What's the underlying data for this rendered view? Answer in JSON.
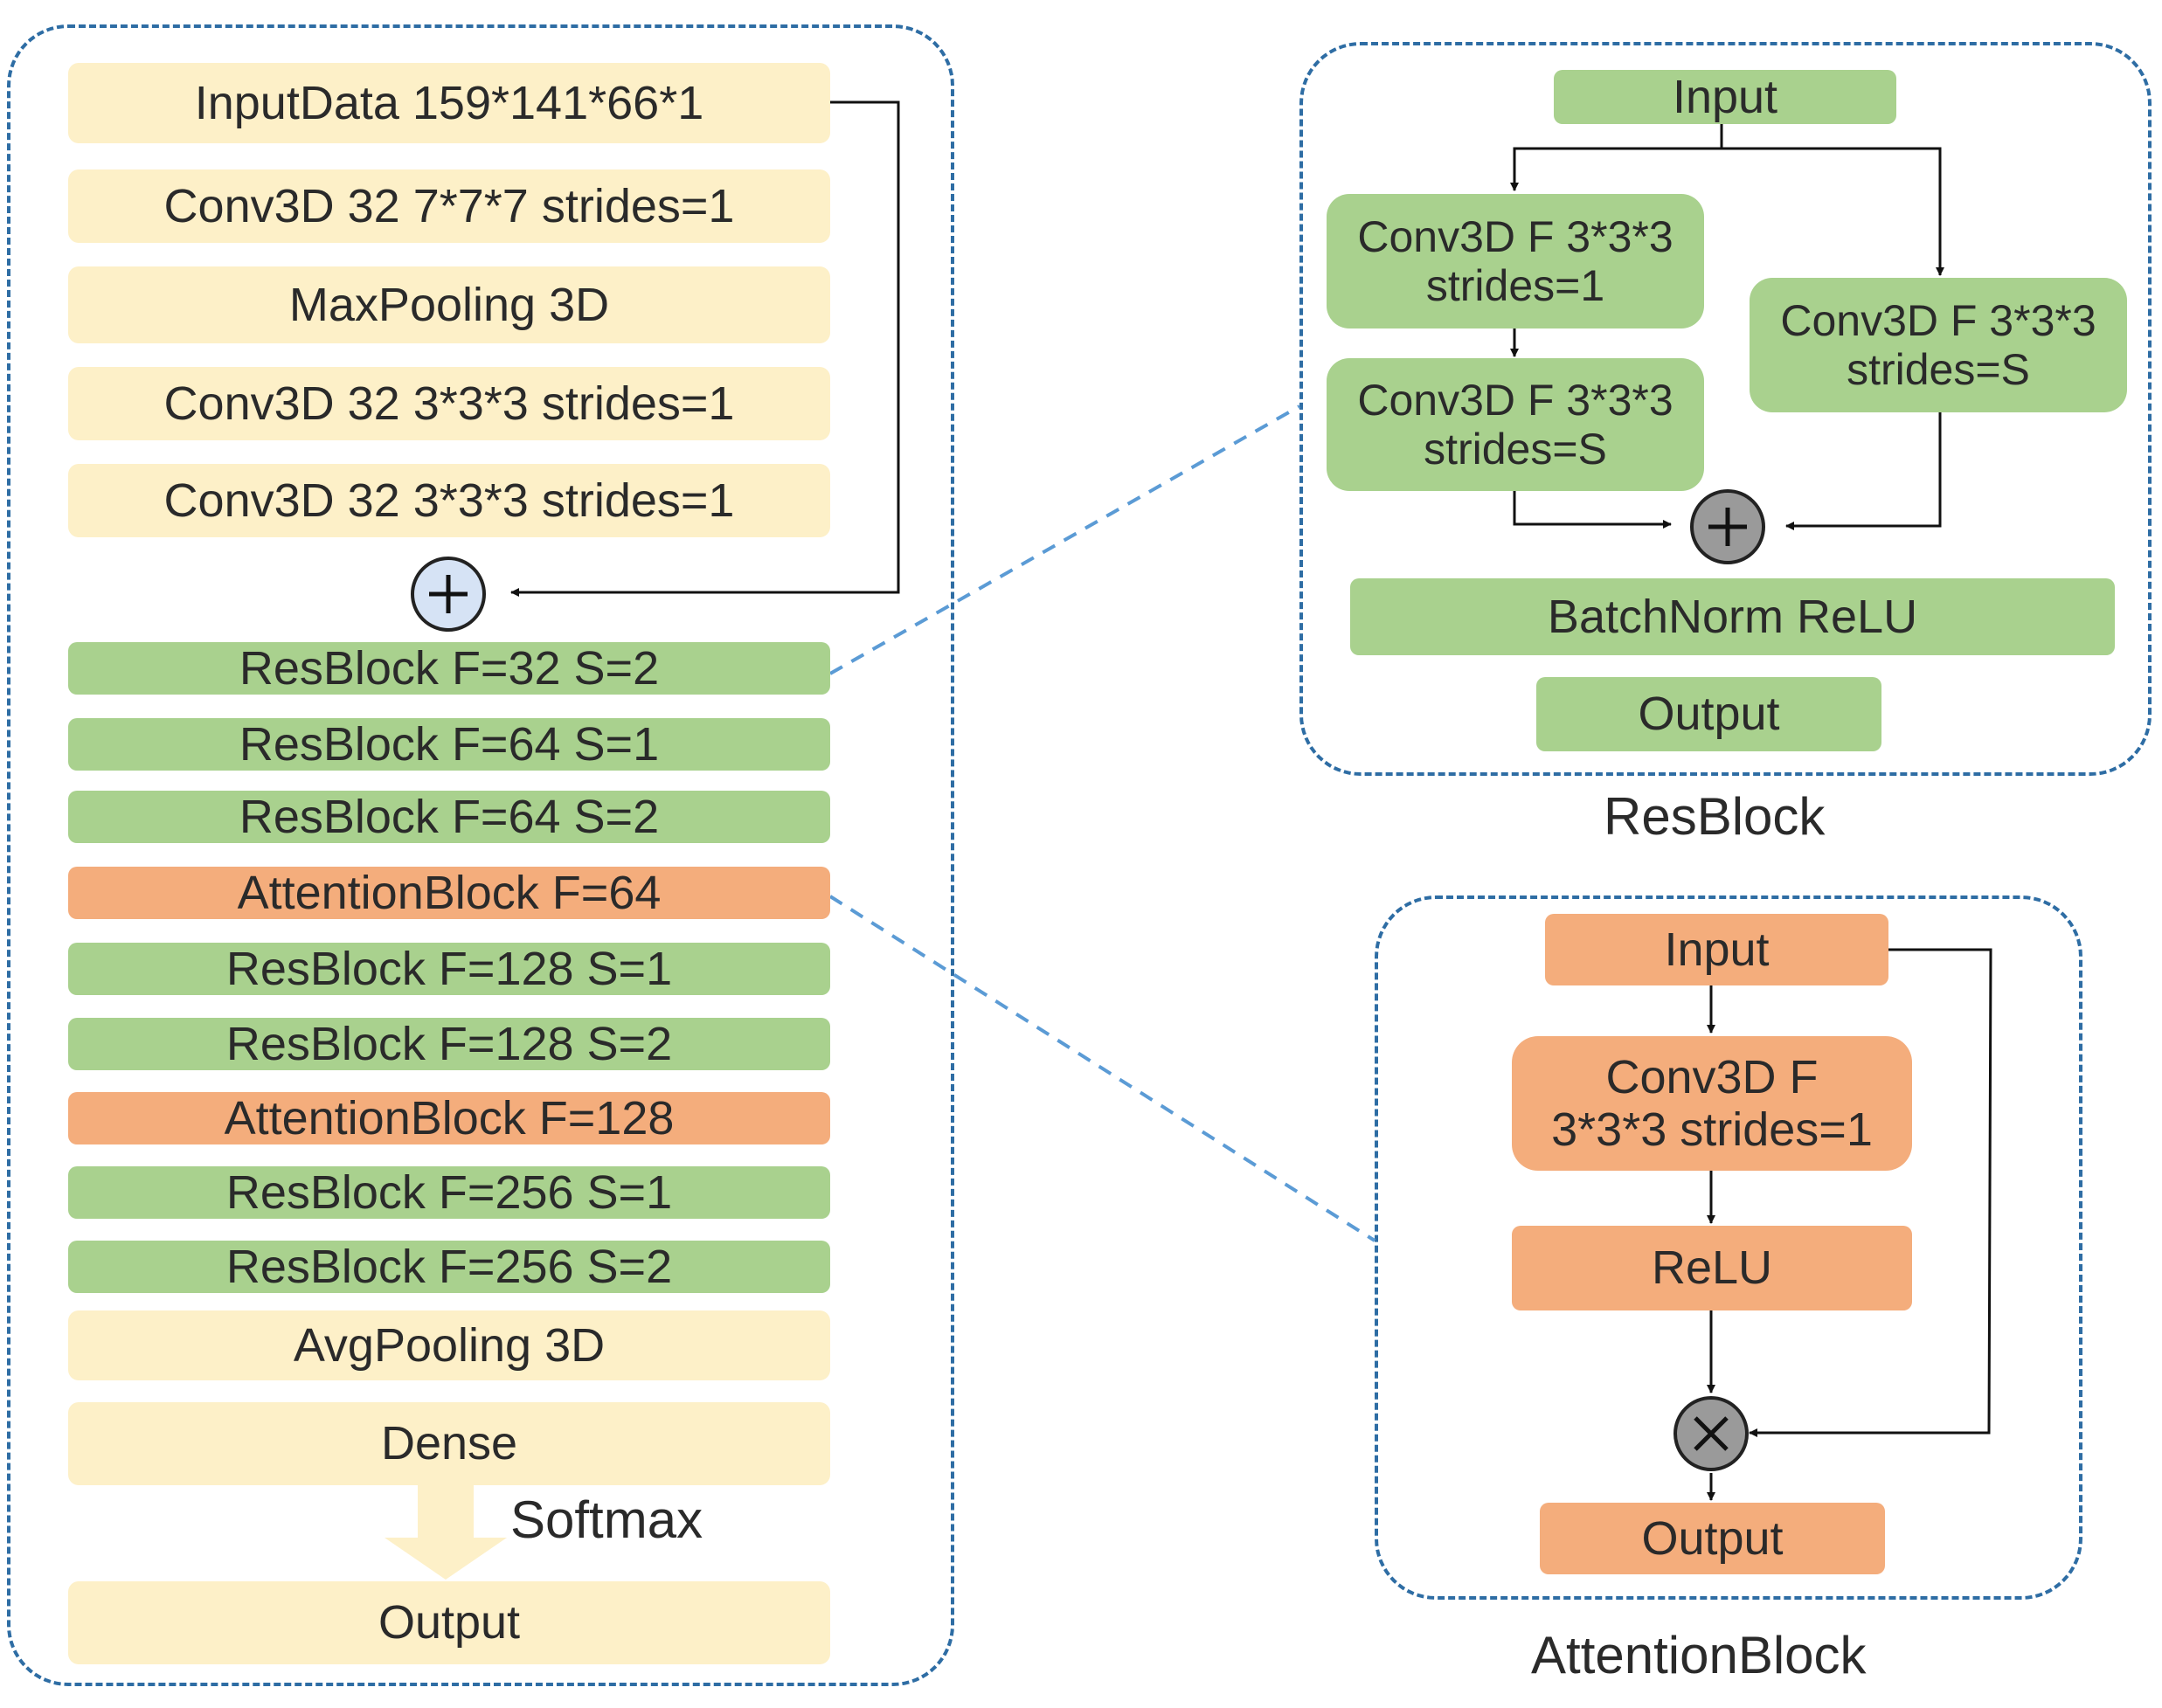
{
  "main_network": {
    "layers": [
      {
        "label": "InputData 159*141*66*1",
        "type": "base"
      },
      {
        "label": "Conv3D 32 7*7*7 strides=1",
        "type": "base"
      },
      {
        "label": "MaxPooling 3D",
        "type": "base"
      },
      {
        "label": "Conv3D 32 3*3*3 strides=1",
        "type": "base"
      },
      {
        "label": "Conv3D 32 3*3*3 strides=1",
        "type": "base"
      },
      {
        "label": "ResBlock F=32 S=2",
        "type": "res"
      },
      {
        "label": "ResBlock F=64 S=1",
        "type": "res"
      },
      {
        "label": "ResBlock F=64 S=2",
        "type": "res"
      },
      {
        "label": "AttentionBlock F=64",
        "type": "attention"
      },
      {
        "label": "ResBlock F=128 S=1",
        "type": "res"
      },
      {
        "label": "ResBlock F=128 S=2",
        "type": "res"
      },
      {
        "label": "AttentionBlock F=128",
        "type": "attention"
      },
      {
        "label": "ResBlock F=256 S=1",
        "type": "res"
      },
      {
        "label": "ResBlock F=256 S=2",
        "type": "res"
      },
      {
        "label": "AvgPooling 3D",
        "type": "base"
      },
      {
        "label": "Dense",
        "type": "base"
      },
      {
        "label": "Output",
        "type": "base"
      }
    ],
    "softmax_label": "Softmax"
  },
  "resblock": {
    "title": "ResBlock",
    "input": "Input",
    "conv_a": "Conv3D F 3*3*3\nstrides=1",
    "conv_b": "Conv3D F 3*3*3\nstrides=S",
    "conv_shortcut": "Conv3D F 3*3*3\nstrides=S",
    "norm": "BatchNorm ReLU",
    "output": "Output"
  },
  "attention": {
    "title": "AttentionBlock",
    "input": "Input",
    "conv": "Conv3D F\n3*3*3 strides=1",
    "relu": "ReLU",
    "output": "Output"
  },
  "colors": {
    "base": "#fdf0c8",
    "res": "#a9d18e",
    "attention": "#f4ad7c",
    "dashed_border": "#2e6da4",
    "softmax_arrow": "#fdf0c8"
  }
}
